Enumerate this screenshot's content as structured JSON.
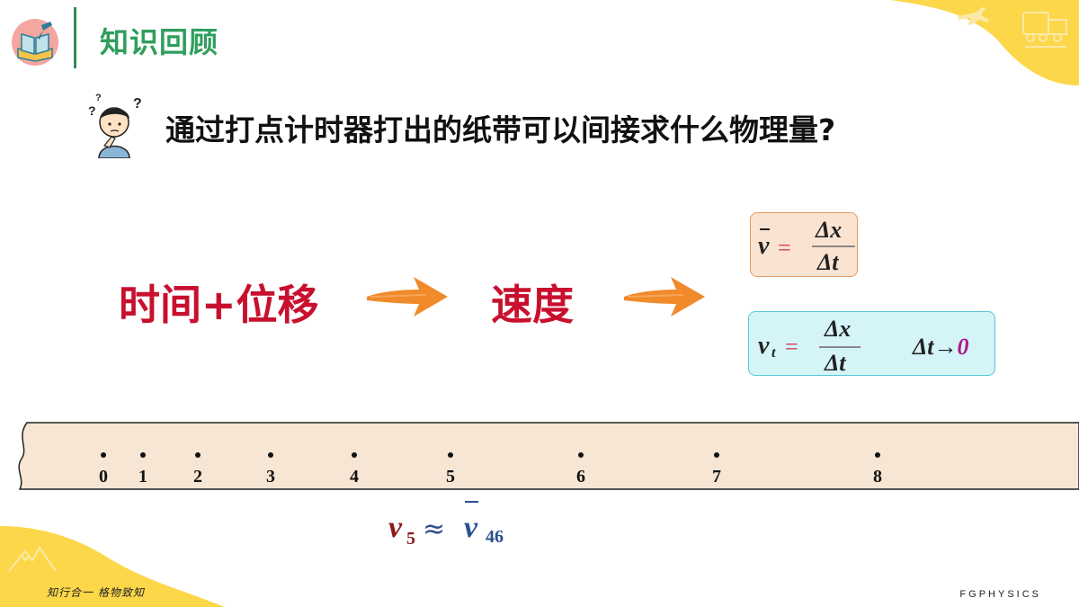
{
  "header": {
    "title": "知识回顾",
    "logo_icon": "book-pencil-icon"
  },
  "question": {
    "icon": "thinking-person-icon",
    "text": "通过打点计时器打出的纸带可以间接求什么物理量?"
  },
  "flow": {
    "step1": "时间+位移",
    "step2": "速度",
    "arrow_color": "#f08a2a"
  },
  "formula_average": {
    "lhs": "v",
    "eq": "=",
    "numerator": "Δx",
    "denominator": "Δt"
  },
  "formula_instant": {
    "lhs": "v",
    "lhs_sub": "t",
    "eq": "=",
    "numerator": "Δx",
    "denominator": "Δt",
    "condition_prefix": "Δt→",
    "condition_value": "0"
  },
  "tape": {
    "labels": [
      "0",
      "1",
      "2",
      "3",
      "4",
      "5",
      "6",
      "7",
      "8"
    ]
  },
  "approximation": {
    "lhs": "v",
    "lhs_sub": "5",
    "symbol": "≈",
    "rhs": "v",
    "rhs_sub": "46"
  },
  "footer": {
    "motto": "知行合一 格物致知",
    "brand": "FGPHYSICS"
  }
}
